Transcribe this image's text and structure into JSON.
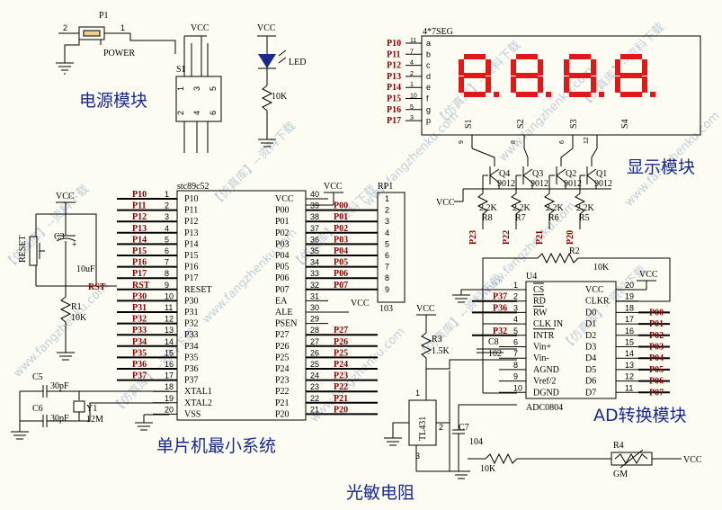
{
  "module_labels": {
    "power": "电源模块",
    "display": "显示模块",
    "mcu": "单片机最小系统",
    "ad": "AD转换模块",
    "photo": "光敏电阻"
  },
  "power": {
    "p1": "P1",
    "power_label": "POWER",
    "pin2": "2",
    "pin1": "1",
    "vcc": "VCC",
    "s1": "S1",
    "s1_pins_top": [
      "1",
      "3",
      "5"
    ],
    "s1_pins_bottom": [
      "2",
      "4",
      "6"
    ],
    "led_vcc": "VCC",
    "led": "LED",
    "res": "10K"
  },
  "display": {
    "title": "4*7SEG",
    "nets": [
      "P10",
      "P11",
      "P12",
      "P13",
      "P14",
      "P15",
      "P16",
      "P17"
    ],
    "segs": [
      "a",
      "b",
      "c",
      "d",
      "e",
      "f",
      "g",
      "p"
    ],
    "seg_pins": [
      "11",
      "7",
      "4",
      "2",
      "1",
      "10",
      "5",
      "3"
    ],
    "digits": [
      "S1",
      "S2",
      "S3",
      "S4"
    ],
    "digit_pins": [
      "9",
      "8",
      "6",
      "12"
    ],
    "digit_chars": [
      "8.",
      "8.",
      "8.",
      "8."
    ],
    "transistors": [
      "Q4",
      "Q3",
      "Q2",
      "Q1"
    ],
    "t_type": "9012",
    "vcc": "VCC",
    "resistors": [
      "R8",
      "R7",
      "R6",
      "R5"
    ],
    "res_value": "2.2K",
    "res_nets": [
      "P23",
      "P22",
      "P21",
      "P20"
    ]
  },
  "mcu": {
    "chip": "stc89c52",
    "left_nets": [
      "P10",
      "P11",
      "P12",
      "P13",
      "P14",
      "P15",
      "P16",
      "P17",
      "RST",
      "P30",
      "P31",
      "P32",
      "P33",
      "P34",
      "P35",
      "P36",
      "P37",
      "",
      "",
      ""
    ],
    "left_pins": [
      "P10",
      "P11",
      "P12",
      "P13",
      "P14",
      "P15",
      "P16",
      "P17",
      "RESET",
      "P30",
      "P31",
      "P32",
      "P33",
      "P34",
      "P35",
      "P36",
      "P37",
      "XTAL1",
      "XTAL2",
      "VSS"
    ],
    "left_nums": [
      "1",
      "2",
      "3",
      "4",
      "5",
      "6",
      "7",
      "8",
      "9",
      "10",
      "11",
      "12",
      "13",
      "14",
      "15",
      "16",
      "17",
      "18",
      "19",
      "20"
    ],
    "right_pins": [
      "VCC",
      "P00",
      "P01",
      "P02",
      "P03",
      "P04",
      "P05",
      "P06",
      "P07",
      "EA",
      "ALE",
      "PSEN",
      "P27",
      "P26",
      "P25",
      "P24",
      "P23",
      "P22",
      "P21",
      "P20"
    ],
    "right_nums": [
      "40",
      "39",
      "38",
      "37",
      "36",
      "35",
      "34",
      "33",
      "32",
      "31",
      "30",
      "29",
      "28",
      "27",
      "26",
      "25",
      "24",
      "23",
      "22",
      "21"
    ],
    "right_nets": [
      "",
      "P00",
      "P01",
      "P02",
      "P03",
      "P04",
      "P05",
      "P06",
      "P07",
      "",
      "",
      "",
      "P27",
      "P26",
      "P25",
      "P24",
      "P23",
      "P22",
      "P21",
      "P20"
    ],
    "vcc": "VCC",
    "vcc_ea": "VCC",
    "rp1": "RP1",
    "rp1_value": "103",
    "rp1_pins": [
      "1",
      "2",
      "3",
      "4",
      "5",
      "6",
      "7",
      "8",
      "9"
    ],
    "reset": "RESET",
    "c3": "C3",
    "c3_value": "10uF",
    "r1": "R1",
    "r1_value": "10K",
    "rst": "RST",
    "reset_vcc": "VCC",
    "c5": "C5",
    "c6": "C6",
    "cap_value": "30pF",
    "y1": "Y1",
    "y1_value": "12M"
  },
  "ad": {
    "chip": "U4",
    "part": "ADC0804",
    "left_nets": [
      "",
      "P37",
      "P36",
      "",
      "P32",
      "",
      "",
      "",
      "",
      ""
    ],
    "left_nums": [
      "1",
      "2",
      "3",
      "4",
      "5",
      "6",
      "7",
      "8",
      "9",
      "10"
    ],
    "left_pins": [
      "CS",
      "RD",
      "RW",
      "CLK IN",
      "INTR",
      "Vin+",
      "Vin-",
      "AGND",
      "Vref/2",
      "DGND"
    ],
    "right_pins": [
      "VCC",
      "CLKR",
      "D0",
      "D1",
      "D2",
      "D3",
      "D4",
      "D5",
      "D6",
      "D7"
    ],
    "right_nums": [
      "20",
      "19",
      "18",
      "17",
      "16",
      "15",
      "14",
      "13",
      "12",
      "11"
    ],
    "right_nets": [
      "",
      "",
      "P00",
      "P01",
      "P02",
      "P03",
      "P04",
      "P05",
      "P06",
      "P07"
    ],
    "r2": "R2",
    "r2_value": "10K",
    "vcc": "VCC",
    "c8": "C8",
    "c8_value": "102"
  },
  "photo": {
    "vcc": "VCC",
    "r3": "R3",
    "r3_value": "1.5K",
    "tl431": "TL431",
    "pins": [
      "1",
      "2",
      "3"
    ],
    "c7": "C7",
    "c7_value": "104",
    "res": "10K",
    "r4": "R4",
    "r4_value": "GM",
    "vcc2": "VCC"
  },
  "watermarks": [
    "【仿真库】--资料下载",
    "www.fangzhenku.com"
  ]
}
